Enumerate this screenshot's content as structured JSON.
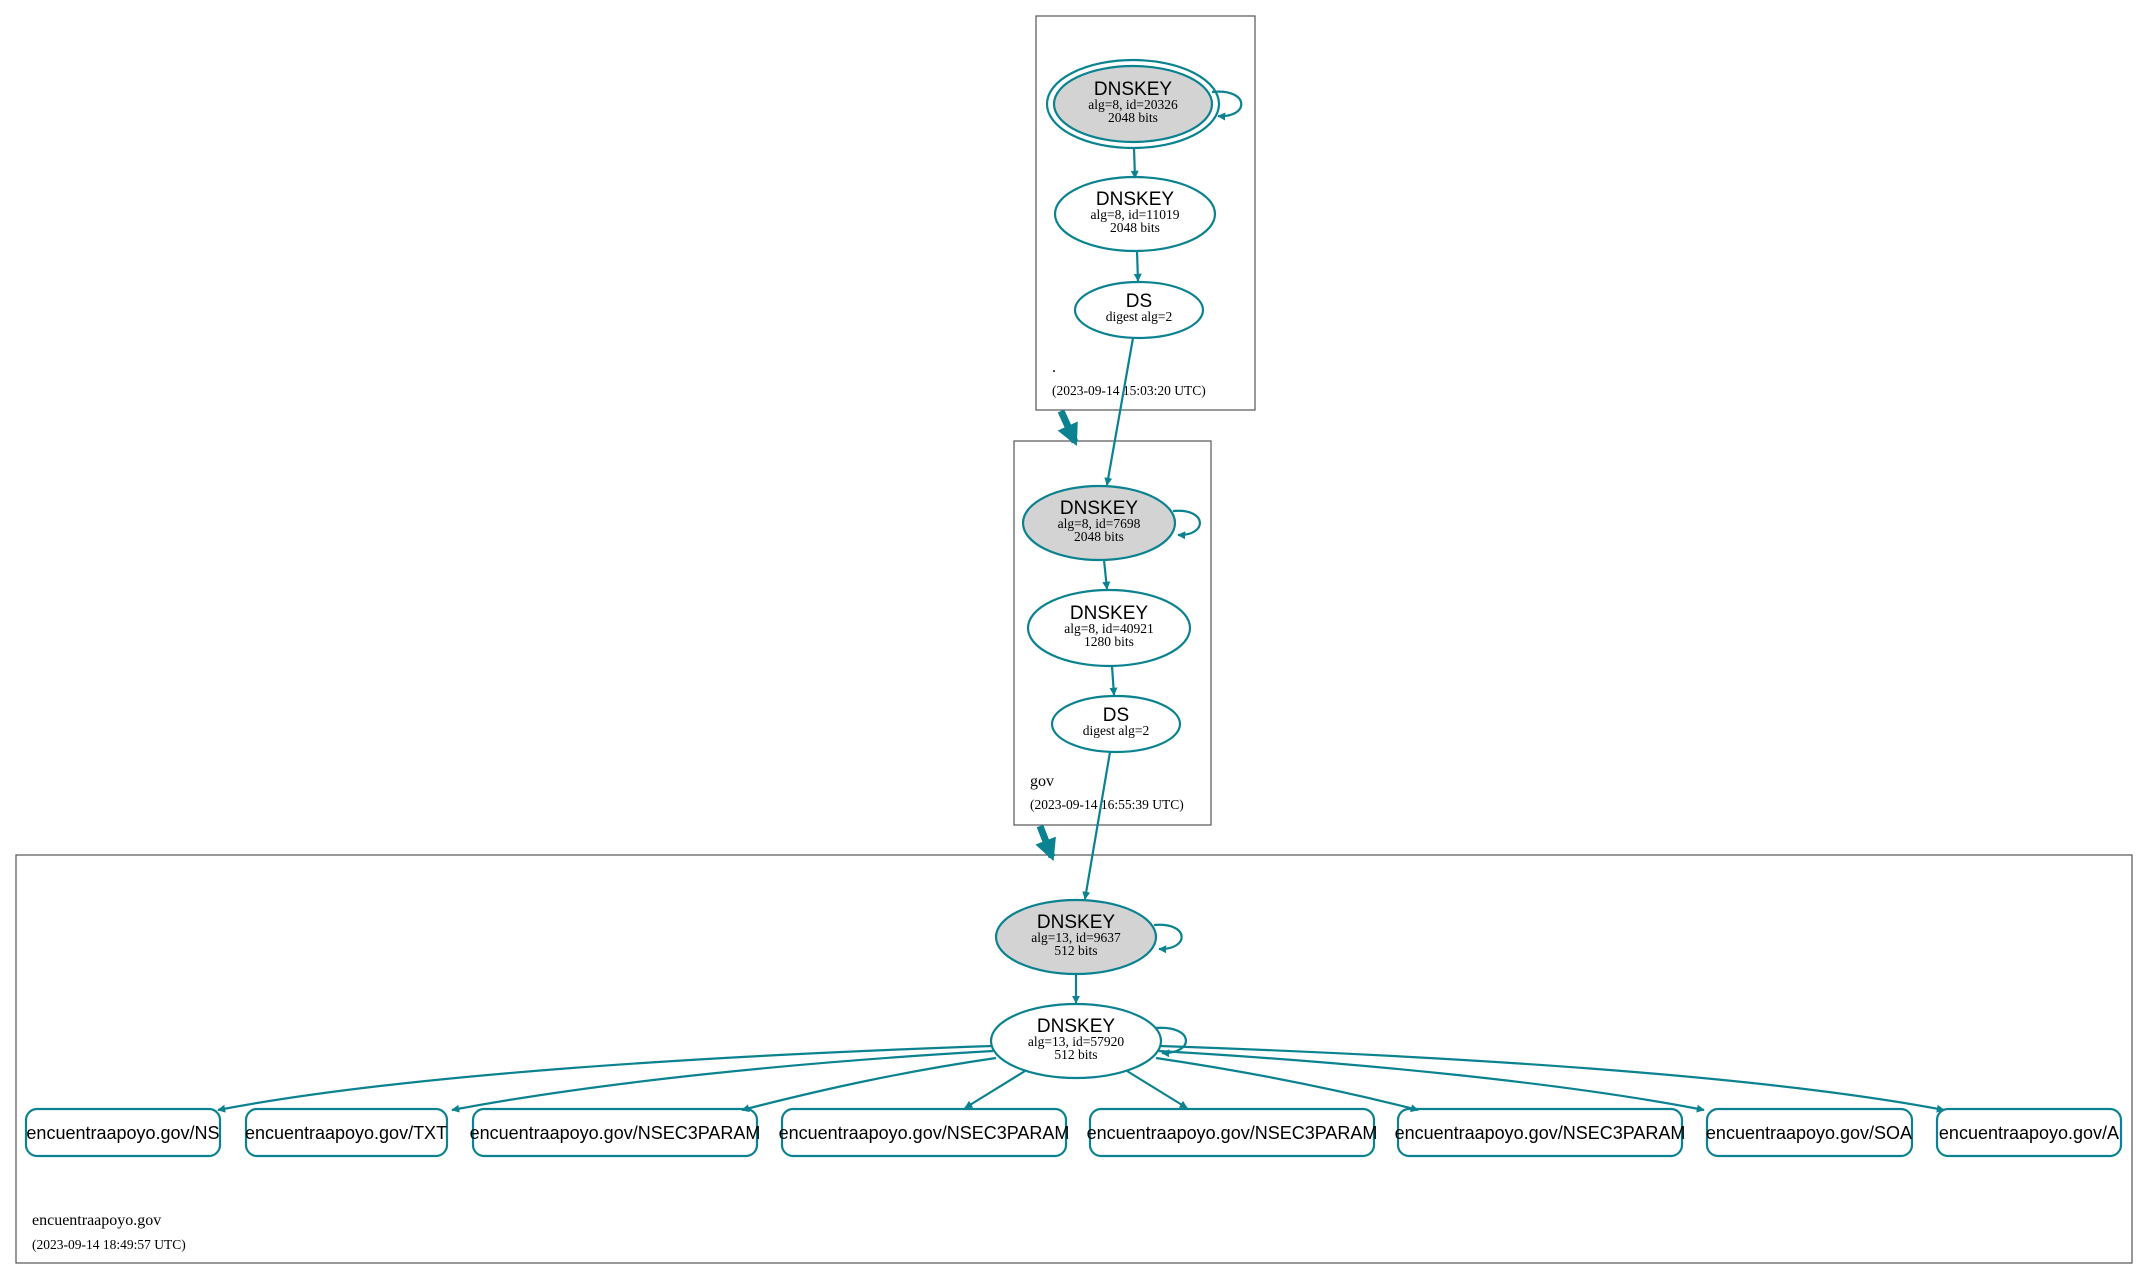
{
  "zones": {
    "root": {
      "name": ".",
      "timestamp": "(2023-09-14 15:03:20 UTC)",
      "ksk": {
        "title": "DNSKEY",
        "detail": "alg=8, id=20326",
        "size": "2048 bits"
      },
      "zsk": {
        "title": "DNSKEY",
        "detail": "alg=8, id=11019",
        "size": "2048 bits"
      },
      "ds": {
        "title": "DS",
        "detail": "digest alg=2"
      }
    },
    "gov": {
      "name": "gov",
      "timestamp": "(2023-09-14 16:55:39 UTC)",
      "ksk": {
        "title": "DNSKEY",
        "detail": "alg=8, id=7698",
        "size": "2048 bits"
      },
      "zsk": {
        "title": "DNSKEY",
        "detail": "alg=8, id=40921",
        "size": "1280 bits"
      },
      "ds": {
        "title": "DS",
        "detail": "digest alg=2"
      }
    },
    "domain": {
      "name": "encuentraapoyo.gov",
      "timestamp": "(2023-09-14 18:49:57 UTC)",
      "ksk": {
        "title": "DNSKEY",
        "detail": "alg=13, id=9637",
        "size": "512 bits"
      },
      "zsk": {
        "title": "DNSKEY",
        "detail": "alg=13, id=57920",
        "size": "512 bits"
      },
      "records": [
        "encuentraapoyo.gov/NS",
        "encuentraapoyo.gov/TXT",
        "encuentraapoyo.gov/NSEC3PARAM",
        "encuentraapoyo.gov/NSEC3PARAM",
        "encuentraapoyo.gov/NSEC3PARAM",
        "encuentraapoyo.gov/NSEC3PARAM",
        "encuentraapoyo.gov/SOA",
        "encuentraapoyo.gov/A"
      ]
    }
  },
  "colors": {
    "edge": "#0a8290",
    "key_fill": "#d3d3d3",
    "zone_border": "#555555"
  }
}
